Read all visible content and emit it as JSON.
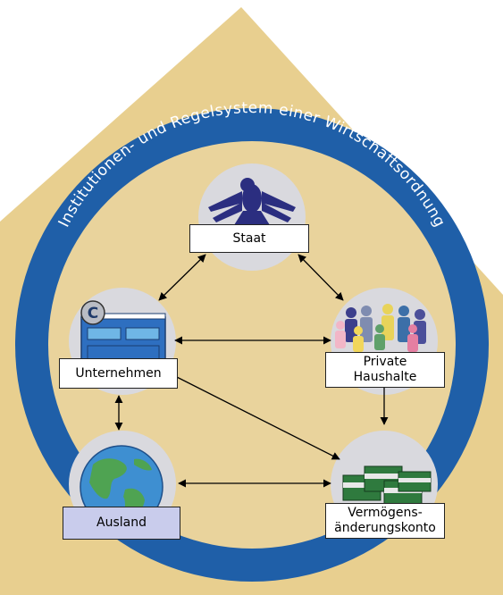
{
  "ring_title": "Institutionen- und Regelsystem einer Wirtschaftsordnung",
  "nodes": {
    "staat": {
      "label": "Staat",
      "icon": "federal-eagle-icon"
    },
    "unternehmen": {
      "label": "Unternehmen",
      "icon": "company-building-icon"
    },
    "private_haushalte": {
      "label_line1": "Private",
      "label_line2": "Haushalte",
      "icon": "household-people-icon"
    },
    "ausland": {
      "label": "Ausland",
      "icon": "globe-icon"
    },
    "vermoegen": {
      "label_line1": "Vermögens-",
      "label_line2": "änderungskonto",
      "icon": "money-stack-icon"
    }
  },
  "colors": {
    "pentagon": "#E8CF8F",
    "ring": "#1F5FA8",
    "inner": "#E9D39C",
    "node_circle": "#D9D9DE",
    "ausland_label": "#C9CCEC"
  }
}
